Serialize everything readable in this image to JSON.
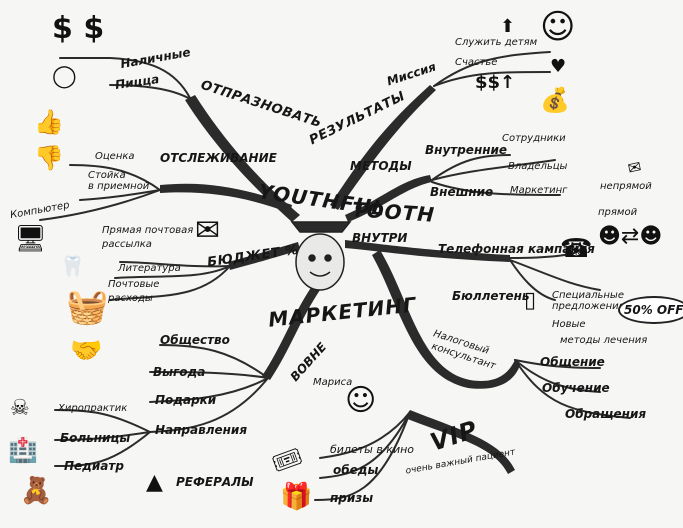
{
  "center": {
    "title_line1": "YOUTHFUL",
    "title_line2": "TOOTH"
  },
  "branches": {
    "money_label": "ОТПРАЗНОВАТЬ",
    "cash": "Наличные",
    "pizza": "Пицца",
    "tracking": "ОТСЛЕЖИВАНИЕ",
    "rating": "Оценка",
    "reception_rack": "Стойка\nв приемной",
    "computer": "Компьютер",
    "results": "РЕЗУЛЬТАТЫ",
    "mission": "Миссия",
    "serve_children": "Служить детям",
    "happiness": "Счастье",
    "methods": "МЕТОДЫ",
    "internal": "Внутренние",
    "employees": "Сотрудники",
    "owners": "Владельцы",
    "external": "Внешние",
    "marketing_sub": "Маркетинг",
    "indirect": "непрямой",
    "direct": "прямой",
    "inside": "ВНУТРИ",
    "phone_campaign": "Телефонная кампания",
    "bulletin": "Бюллетень",
    "special_offers": "Специальные\nпредложения",
    "new_methods_line1": "Новые",
    "new_methods_line2": "методы лечения",
    "tax_consultant_line1": "Налоговый",
    "tax_consultant_line2": "консультант",
    "communication": "Общение",
    "education": "Обучение",
    "appeals": "Обращения",
    "budget": "БЮДЖЕТ %",
    "direct_mail_line1": "Прямая почтовая",
    "direct_mail_line2": "рассылка",
    "literature": "Литература",
    "postal_costs_line1": "Почтовые",
    "postal_costs_line2": "расходы",
    "marketing": "МАРКЕТИНГ",
    "outside": "ВОВНЕ",
    "society": "Общество",
    "benefit": "Выгода",
    "gifts": "Подарки",
    "referrals_dir": "Направления",
    "chiropractor": "Хиропрактик",
    "hospitals": "Больницы",
    "pediatrician": "Педиатр",
    "referrals": "РЕФЕРАЛЫ",
    "marisa": "Мариса",
    "vip": "VIP",
    "vip_note": "очень важный пациент",
    "cinema_tickets": "билеты в кино",
    "lunches": "обеды",
    "prizes": "призы",
    "discount": "50% OFF"
  },
  "icons": {
    "dollars": "$ $",
    "dollars_arrow": "$$↑",
    "heart": "heart-icon",
    "arrow_up": "up-arrow-icon",
    "phone": "phone-icon",
    "envelope": "envelope-icon",
    "gift": "gift-icon",
    "tooth": "tooth-icon"
  },
  "colors": {
    "ink": "#161616",
    "paper": "#f6f6f4",
    "branch": "#2a2a2a"
  }
}
